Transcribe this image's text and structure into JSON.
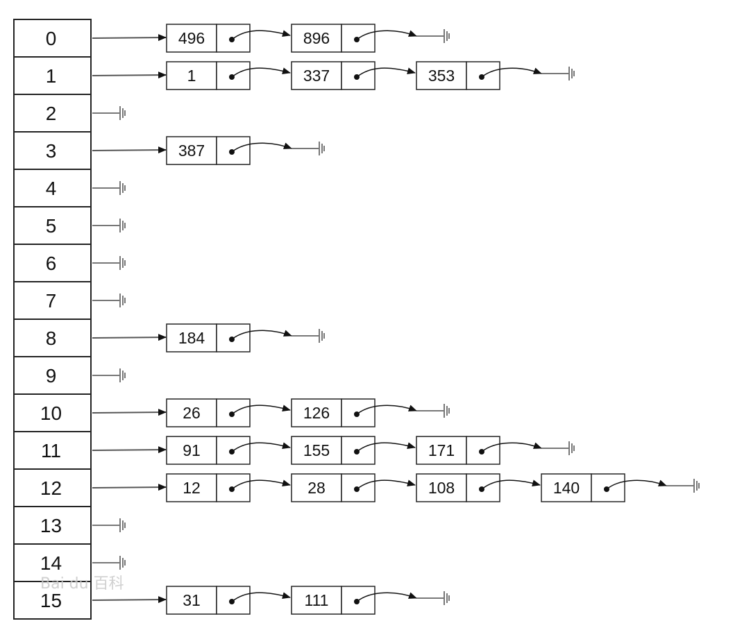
{
  "colors": {
    "box_stroke": "#222222",
    "arrow": "#555555",
    "ground": "#777777",
    "watermark": "#c8c8c8"
  },
  "buckets": [
    {
      "index": "0",
      "chain": [
        "496",
        "896"
      ]
    },
    {
      "index": "1",
      "chain": [
        "1",
        "337",
        "353"
      ]
    },
    {
      "index": "2",
      "chain": []
    },
    {
      "index": "3",
      "chain": [
        "387"
      ]
    },
    {
      "index": "4",
      "chain": []
    },
    {
      "index": "5",
      "chain": []
    },
    {
      "index": "6",
      "chain": []
    },
    {
      "index": "7",
      "chain": []
    },
    {
      "index": "8",
      "chain": [
        "184"
      ]
    },
    {
      "index": "9",
      "chain": []
    },
    {
      "index": "10",
      "chain": [
        "26",
        "126"
      ]
    },
    {
      "index": "11",
      "chain": [
        "91",
        "155",
        "171"
      ]
    },
    {
      "index": "12",
      "chain": [
        "12",
        "28",
        "108",
        "140"
      ]
    },
    {
      "index": "13",
      "chain": []
    },
    {
      "index": "14",
      "chain": []
    },
    {
      "index": "15",
      "chain": [
        "31",
        "111"
      ]
    }
  ],
  "watermark": "Bai du 百科"
}
